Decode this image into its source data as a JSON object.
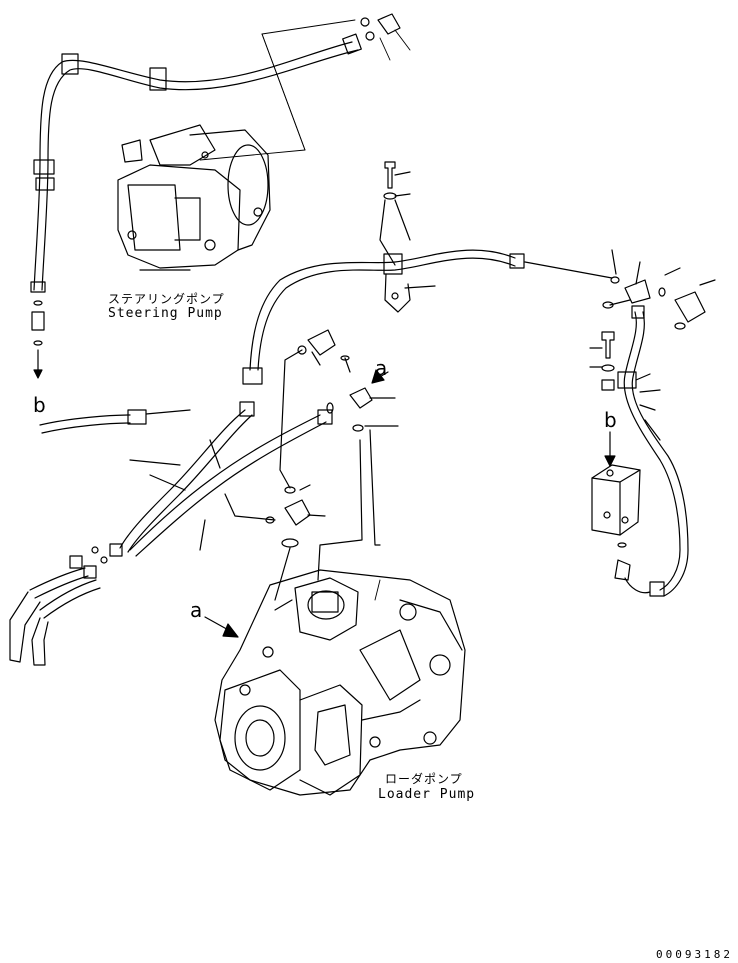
{
  "labels": {
    "steering_pump_jp": "ステアリングポンプ",
    "steering_pump_en": "Steering Pump",
    "loader_pump_jp": "ローダポンプ",
    "loader_pump_en": "Loader Pump",
    "ref_a": "a",
    "ref_b": "b",
    "drawing_number": "00093182"
  }
}
